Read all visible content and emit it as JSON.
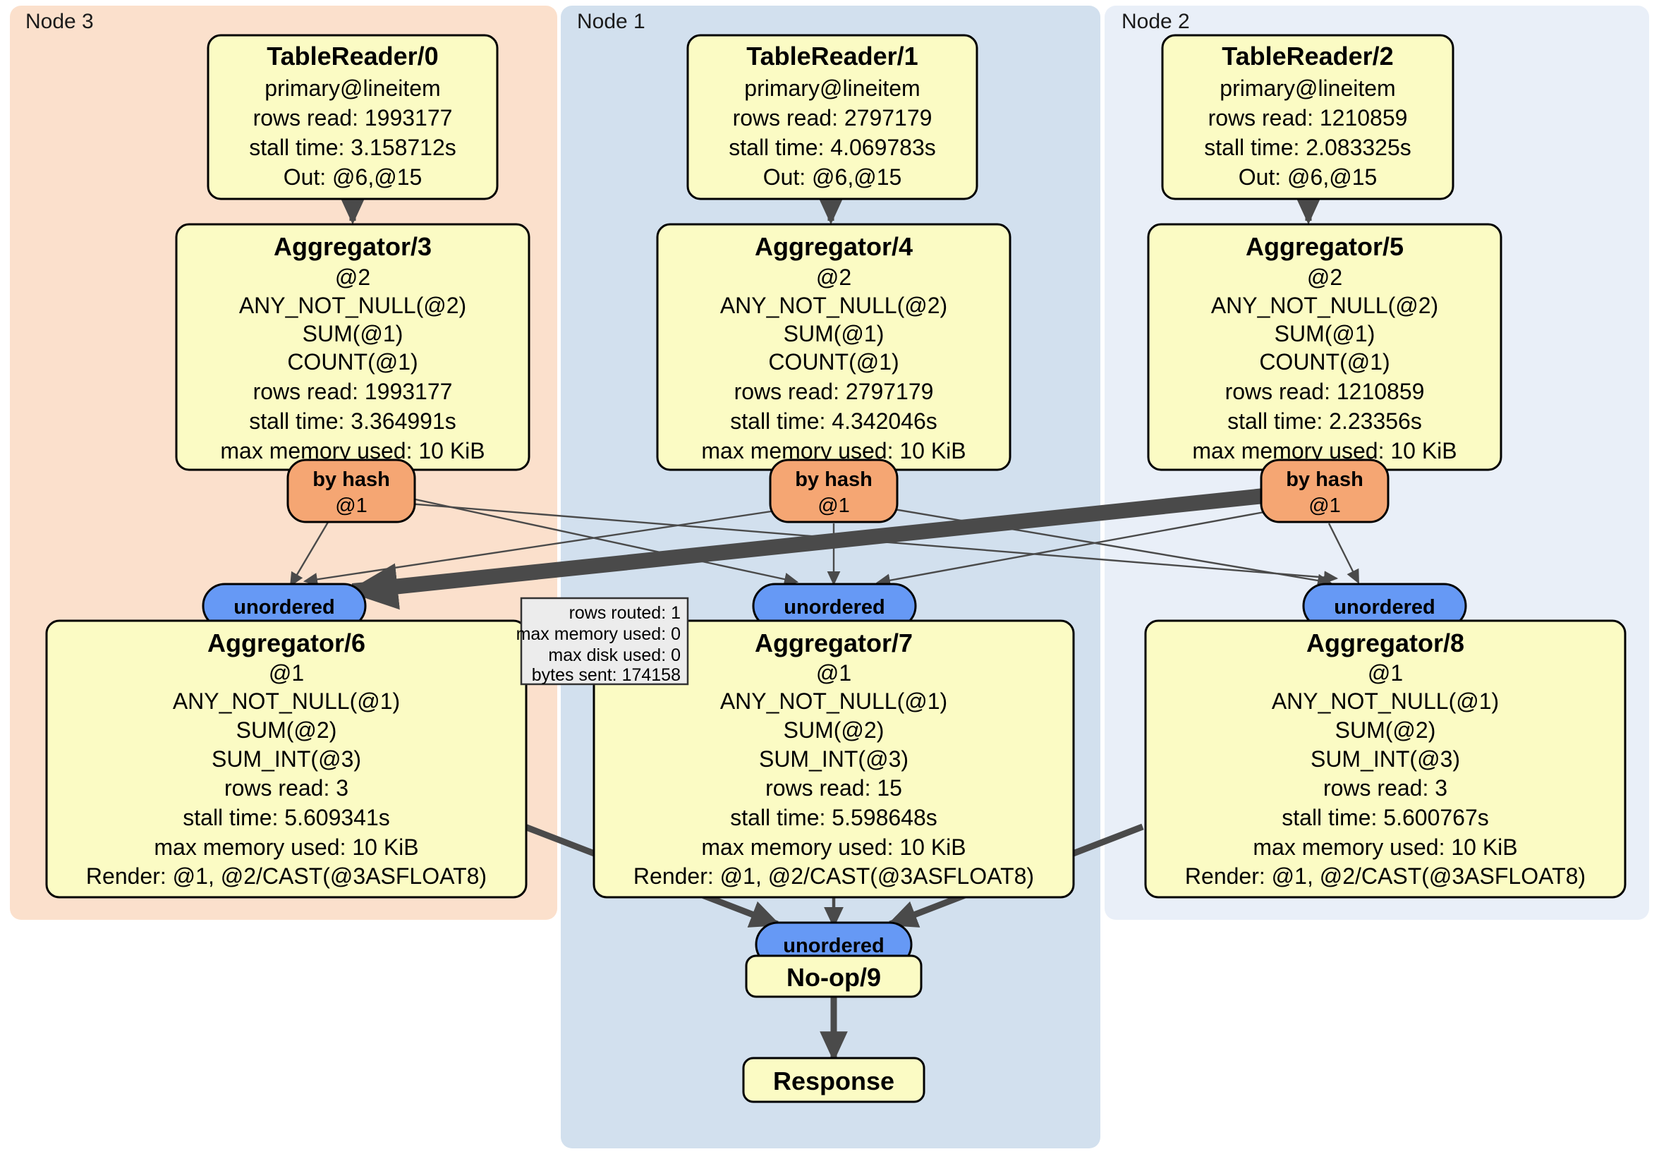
{
  "panels": [
    {
      "id": "node3",
      "label": "Node 3",
      "color": "#FBE0CC"
    },
    {
      "id": "node1",
      "label": "Node 1",
      "color": "#D2E0EE"
    },
    {
      "id": "node2",
      "label": "Node 2",
      "color": "#E9EFF8"
    }
  ],
  "colors": {
    "node_box_fill": "#FBFBC4",
    "by_hash_fill": "#F5A673",
    "unordered_fill": "#6699F5",
    "tooltip_fill": "#ECECEC",
    "edge": "#4a4a4a",
    "border": "#000000"
  },
  "readers": [
    {
      "title": "TableReader/0",
      "lines": [
        "primary@lineitem",
        "rows read: 1993177",
        "stall time: 3.158712s",
        "Out: @6,@15"
      ]
    },
    {
      "title": "TableReader/1",
      "lines": [
        "primary@lineitem",
        "rows read: 2797179",
        "stall time: 4.069783s",
        "Out: @6,@15"
      ]
    },
    {
      "title": "TableReader/2",
      "lines": [
        "primary@lineitem",
        "rows read: 1210859",
        "stall time: 2.083325s",
        "Out: @6,@15"
      ]
    }
  ],
  "aggregators_top": [
    {
      "title": "Aggregator/3",
      "lines": [
        "@2",
        "ANY_NOT_NULL(@2)",
        "SUM(@1)",
        "COUNT(@1)",
        "rows read: 1993177",
        "stall time: 3.364991s",
        "max memory used: 10 KiB"
      ]
    },
    {
      "title": "Aggregator/4",
      "lines": [
        "@2",
        "ANY_NOT_NULL(@2)",
        "SUM(@1)",
        "COUNT(@1)",
        "rows read: 2797179",
        "stall time: 4.342046s",
        "max memory used: 10 KiB"
      ]
    },
    {
      "title": "Aggregator/5",
      "lines": [
        "@2",
        "ANY_NOT_NULL(@2)",
        "SUM(@1)",
        "COUNT(@1)",
        "rows read: 1210859",
        "stall time: 2.23356s",
        "max memory used: 10 KiB"
      ]
    }
  ],
  "routers": [
    {
      "title": "by hash",
      "sub": "@1"
    },
    {
      "title": "by hash",
      "sub": "@1"
    },
    {
      "title": "by hash",
      "sub": "@1"
    }
  ],
  "receivers": [
    {
      "label": "unordered"
    },
    {
      "label": "unordered"
    },
    {
      "label": "unordered"
    }
  ],
  "aggregators_bottom": [
    {
      "title": "Aggregator/6",
      "lines": [
        "@1",
        "ANY_NOT_NULL(@1)",
        "SUM(@2)",
        "SUM_INT(@3)",
        "rows read: 3",
        "stall time: 5.609341s",
        "max memory used: 10 KiB",
        "Render: @1, @2/CAST(@3ASFLOAT8)"
      ]
    },
    {
      "title": "Aggregator/7",
      "lines": [
        "@1",
        "ANY_NOT_NULL(@1)",
        "SUM(@2)",
        "SUM_INT(@3)",
        "rows read: 15",
        "stall time: 5.598648s",
        "max memory used: 10 KiB",
        "Render: @1, @2/CAST(@3ASFLOAT8)"
      ]
    },
    {
      "title": "Aggregator/8",
      "lines": [
        "@1",
        "ANY_NOT_NULL(@1)",
        "SUM(@2)",
        "SUM_INT(@3)",
        "rows read: 3",
        "stall time: 5.600767s",
        "max memory used: 10 KiB",
        "Render: @1, @2/CAST(@3ASFLOAT8)"
      ]
    }
  ],
  "tooltip": {
    "lines": [
      "rows routed: 1",
      "max memory used: 0",
      "max disk used: 0",
      "bytes sent: 174158"
    ]
  },
  "final_receiver": {
    "label": "unordered"
  },
  "noop": {
    "title": "No-op/9"
  },
  "response": {
    "title": "Response"
  }
}
